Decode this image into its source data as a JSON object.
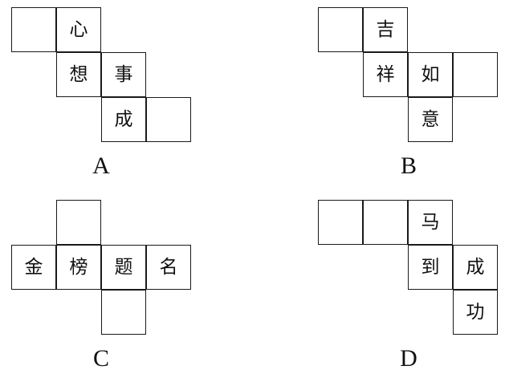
{
  "diagram": {
    "nets": [
      {
        "label": "A",
        "cells": [
          "",
          "心",
          "想",
          "事",
          "成",
          ""
        ]
      },
      {
        "label": "B",
        "cells": [
          "",
          "吉",
          "祥",
          "如",
          "",
          "意"
        ]
      },
      {
        "label": "C",
        "cells": [
          "",
          "金",
          "榜",
          "题",
          "名",
          ""
        ]
      },
      {
        "label": "D",
        "cells": [
          "",
          "",
          "马",
          "到",
          "成",
          "功"
        ]
      }
    ]
  }
}
